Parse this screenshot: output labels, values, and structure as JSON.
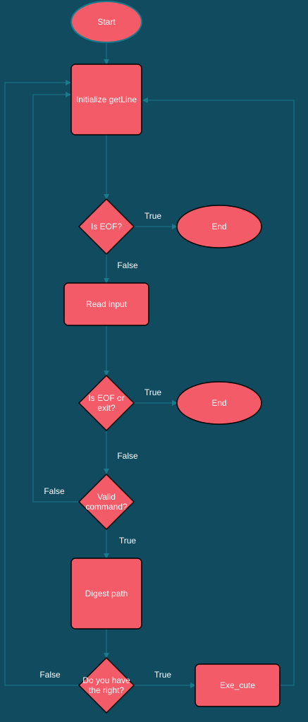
{
  "colors": {
    "background": "#114b5f",
    "node_fill": "#f45b69",
    "node_stroke": "#000000",
    "start_stroke": "#1a7a8c",
    "edge": "#1a7a8c",
    "text": "#ffffff"
  },
  "nodes": {
    "start": "Start",
    "init": "Initialize getLine",
    "is_eof": "Is EOF?",
    "end_1": "End",
    "read_input": "Read input",
    "is_eof_exit_line1": "Is EOF or",
    "is_eof_exit_line2": "exit?",
    "end_2": "End",
    "valid_line1": "Valid",
    "valid_line2": "command?",
    "digest": "Digest path",
    "right_line1": "Do you have",
    "right_line2": "the right?",
    "execute": "Exe_cute"
  },
  "edges": {
    "eof_true": "True",
    "eof_false": "False",
    "eof_exit_true": "True",
    "eof_exit_false": "False",
    "valid_false": "False",
    "valid_true": "True",
    "right_false": "False",
    "right_true": "True"
  }
}
